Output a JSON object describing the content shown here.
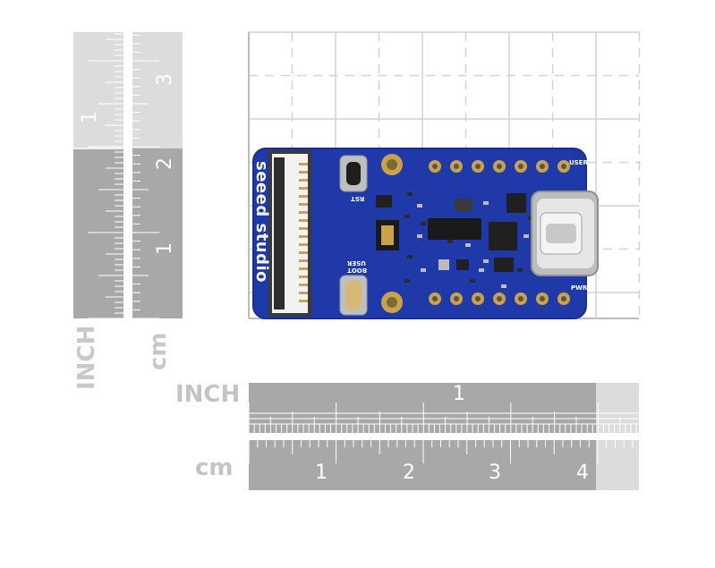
{
  "rulers": {
    "vertical_inch": {
      "unit_label": "INCH",
      "tick_labels": [
        "1"
      ]
    },
    "vertical_cm": {
      "unit_label": "cm",
      "tick_labels": [
        "1",
        "2",
        "3"
      ]
    },
    "horizontal_inch": {
      "unit_label": "INCH",
      "tick_labels": [
        "1"
      ]
    },
    "horizontal_cm": {
      "unit_label": "cm",
      "tick_labels": [
        "1",
        "2",
        "3",
        "4"
      ]
    }
  },
  "board": {
    "brand_text": "seeed studio",
    "labels": {
      "rst": "RST",
      "user_boot_1": "USER",
      "user_boot_2": "BOOT",
      "user_led": "USER",
      "pwr_led": "PWR"
    }
  },
  "colors": {
    "pcb_blue": "#1f3aa8",
    "ruler_dark": "#a8a8a8",
    "ruler_light": "#dcdcdc",
    "grid_line": "#cfcfcf",
    "gold": "#c9a24a"
  }
}
